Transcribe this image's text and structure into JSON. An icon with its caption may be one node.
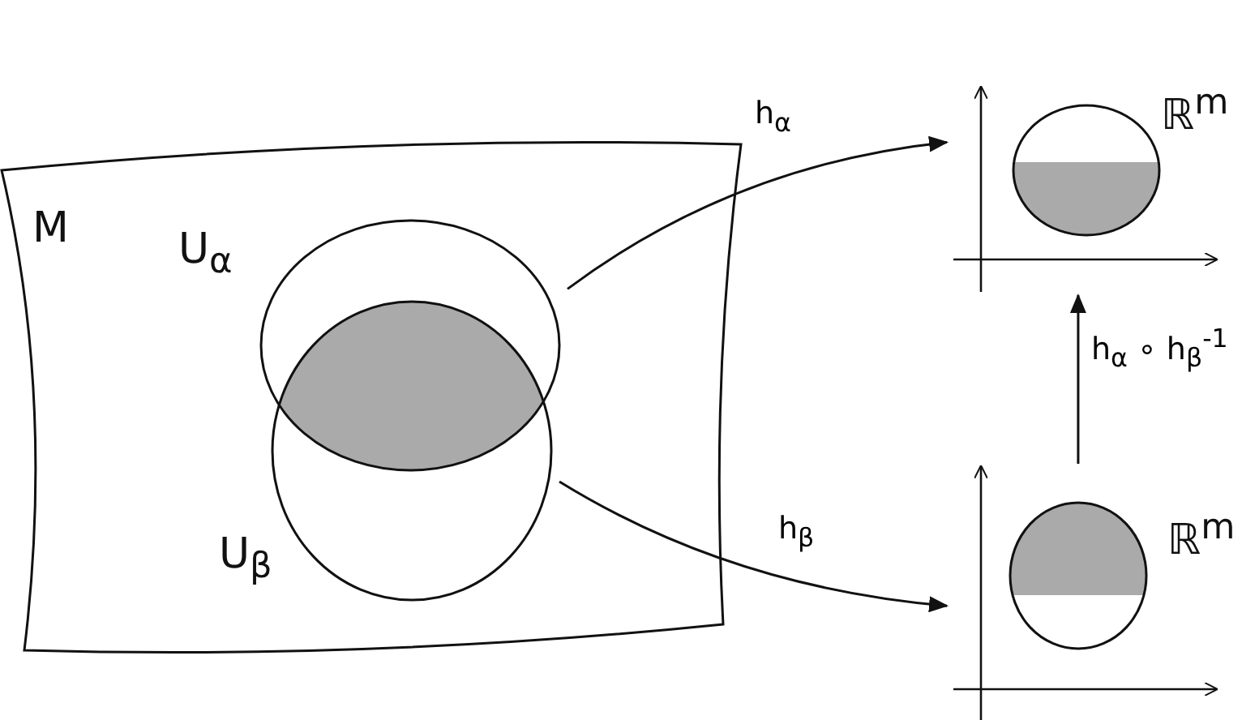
{
  "diagram": {
    "nodes": [
      {
        "text": [
          "M"
        ]
      },
      {
        "text": [
          "U$_{α}$"
        ],
        "in": 0
      },
      {
        "text": [
          "U$_{β}$"
        ],
        "in": 0
      },
      {
        "text": [
          "ℝ$^{m}$"
        ]
      },
      {
        "text": [
          "ℝ$^{m}$"
        ]
      }
    ],
    "edges": [
      {
        "from": 1,
        "to": 3,
        "arrow": "to",
        "label": "h$_{α}$"
      },
      {
        "from": 2,
        "to": 4,
        "arrow": "to",
        "label": "h$_{β}$"
      },
      {
        "from": 4,
        "to": 3,
        "arrow": "to",
        "label": "h$_{α}$ ∘ h$_{β}$$^{-1}$"
      }
    ]
  }
}
